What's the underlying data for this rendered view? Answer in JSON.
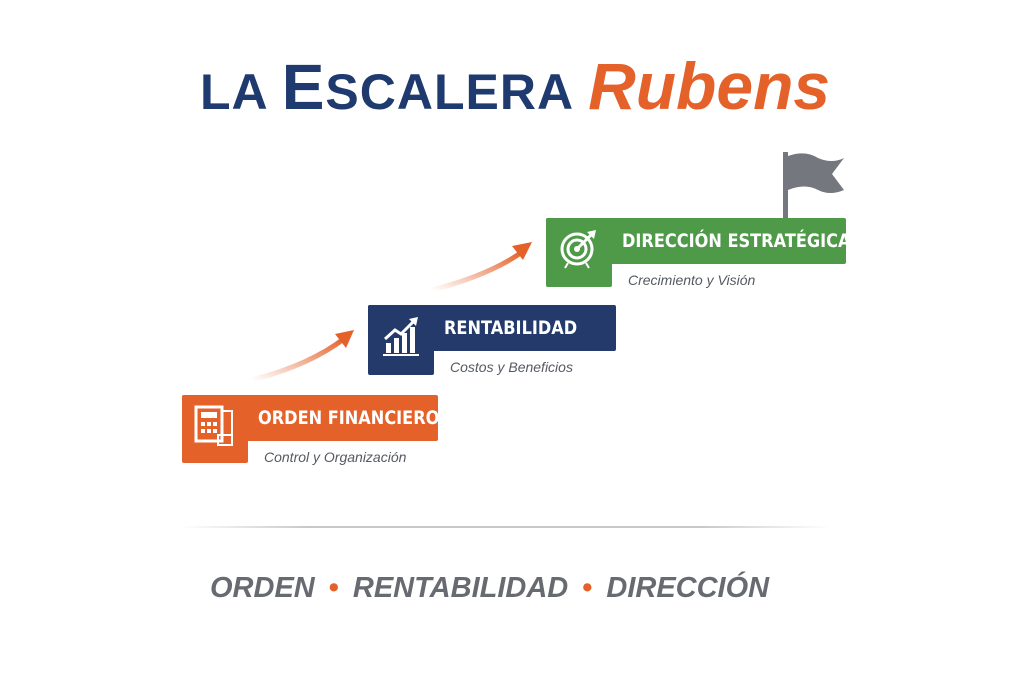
{
  "title": {
    "part1_small": "LA ",
    "part1_big": "E",
    "part1_rest": "SCALERA",
    "part2": "Rubens"
  },
  "steps": [
    {
      "label": "ORDEN FINANCIERO",
      "subtitle": "Control y Organización",
      "icon": "calculator-icon",
      "color": "#e4622a"
    },
    {
      "label": "RENTABILIDAD",
      "subtitle": "Costos y Beneficios",
      "icon": "growth-chart-icon",
      "color": "#233a6b"
    },
    {
      "label": "DIRECCIÓN ESTRATÉGICA",
      "subtitle": "Crecimiento y Visión",
      "icon": "target-icon",
      "color": "#4f9a48"
    }
  ],
  "footer": {
    "words": [
      "ORDEN",
      "RENTABILIDAD",
      "DIRECCIÓN"
    ],
    "separator": "•"
  },
  "colors": {
    "navy": "#1f3a6e",
    "orange": "#e4622a",
    "green": "#4f9a48",
    "gray": "#676a70",
    "flag": "#74777d"
  }
}
